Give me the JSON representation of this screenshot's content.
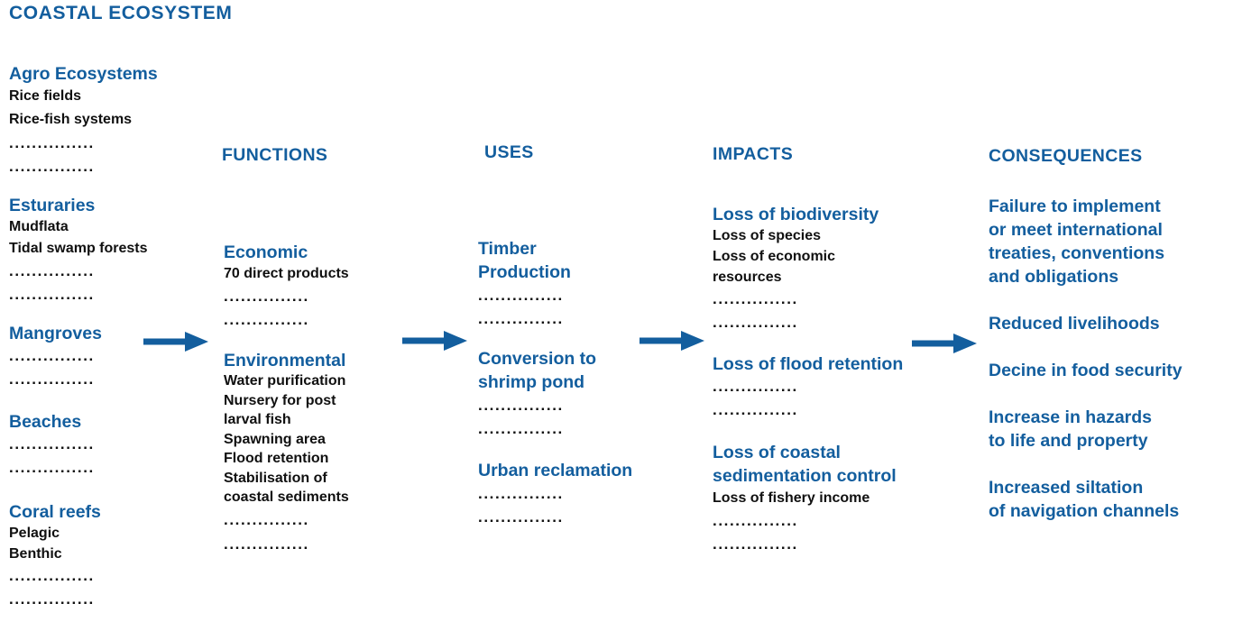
{
  "title": "COASTAL ECOSYSTEM",
  "dots": "...............",
  "colors": {
    "accent_blue": "#135e9e",
    "text_black": "#101010",
    "background": "#ffffff"
  },
  "column_headers": {
    "functions": "FUNCTIONS",
    "uses": "USES",
    "impacts": "IMPACTS",
    "consequences": "CONSEQUENCES"
  },
  "ecosystems": {
    "agro": {
      "heading": "Agro Ecosystems",
      "items": [
        "Rice fields",
        "Rice-fish systems"
      ]
    },
    "estuaries": {
      "heading": "Esturaries",
      "items": [
        "Mudflata",
        "Tidal swamp forests"
      ]
    },
    "mangroves": {
      "heading": "Mangroves"
    },
    "beaches": {
      "heading": "Beaches"
    },
    "coral_reefs": {
      "heading": "Coral reefs",
      "items": [
        "Pelagic",
        "Benthic"
      ]
    }
  },
  "functions": {
    "economic": {
      "heading": "Economic",
      "items": [
        "70 direct products"
      ]
    },
    "environmental": {
      "heading": "Environmental",
      "items": [
        "Water purification",
        "Nursery for post",
        "larval fish",
        "Spawning area",
        "Flood retention",
        "Stabilisation of",
        "coastal sediments"
      ]
    }
  },
  "uses": {
    "timber": {
      "heading_lines": [
        "Timber",
        "Production"
      ]
    },
    "shrimp": {
      "heading_lines": [
        "Conversion to",
        "shrimp pond"
      ]
    },
    "urban": {
      "heading_lines": [
        "Urban reclamation"
      ]
    }
  },
  "impacts": {
    "biodiversity": {
      "heading_lines": [
        "Loss of biodiversity"
      ],
      "items": [
        "Loss of species",
        "Loss of economic",
        "resources"
      ]
    },
    "flood": {
      "heading_lines": [
        "Loss of flood retention"
      ]
    },
    "sedimentation": {
      "heading_lines": [
        "Loss of coastal",
        "sedimentation control"
      ],
      "items": [
        "Loss of fishery income"
      ]
    }
  },
  "consequences": {
    "groups": [
      [
        "Failure to implement",
        "or meet international",
        "treaties, conventions",
        "and obligations"
      ],
      [
        "Reduced livelihoods"
      ],
      [
        "Decine in food security"
      ],
      [
        "Increase in hazards",
        "to life and property"
      ],
      [
        "Increased siltation",
        "of navigation channels"
      ]
    ]
  },
  "icons": {
    "arrow": "arrow-right-icon"
  }
}
